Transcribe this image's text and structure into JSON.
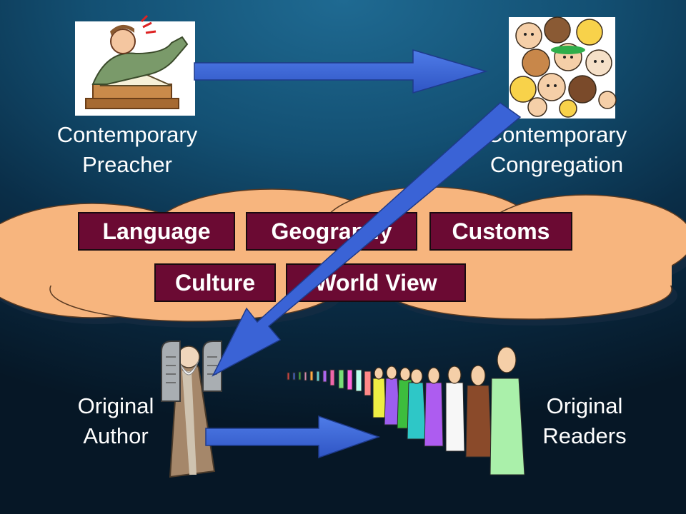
{
  "nodes": {
    "preacher": {
      "line1": "Contemporary",
      "line2": "Preacher"
    },
    "congregation": {
      "line1": "Contemporary",
      "line2": "Congregation"
    },
    "author": {
      "line1": "Original",
      "line2": "Author"
    },
    "readers": {
      "line1": "Original",
      "line2": "Readers"
    }
  },
  "barriers": [
    "Language",
    "Geography",
    "Customs",
    "Culture",
    "World View"
  ],
  "colors": {
    "arrow": "#3a63d6",
    "cloud": "#f7b57e",
    "box": "#6b0a33",
    "text": "#ffffff"
  },
  "icons": {
    "preacher": "preacher-clipart-icon",
    "congregation": "crowd-faces-icon",
    "author": "moses-tablets-icon",
    "readers": "people-line-icon"
  }
}
